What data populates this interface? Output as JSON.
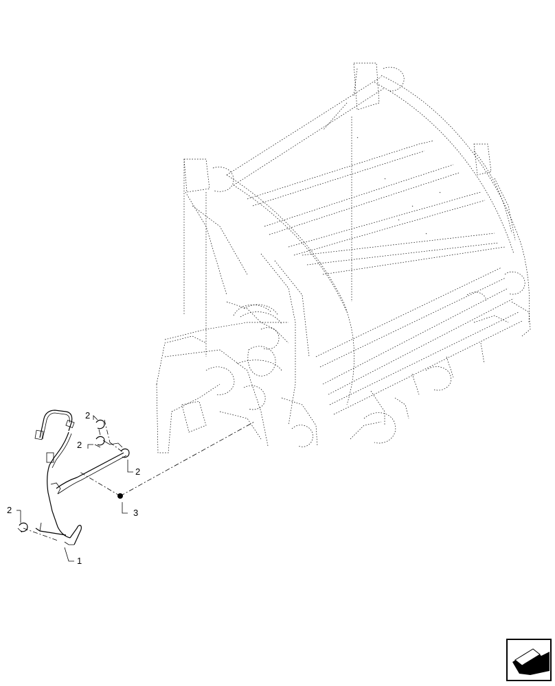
{
  "callouts": {
    "part_1": "1",
    "part_2a": "2",
    "part_2b": "2",
    "part_2c": "2",
    "part_2d": "2",
    "part_3": "3"
  },
  "icon": "navigation-arrow-icon"
}
